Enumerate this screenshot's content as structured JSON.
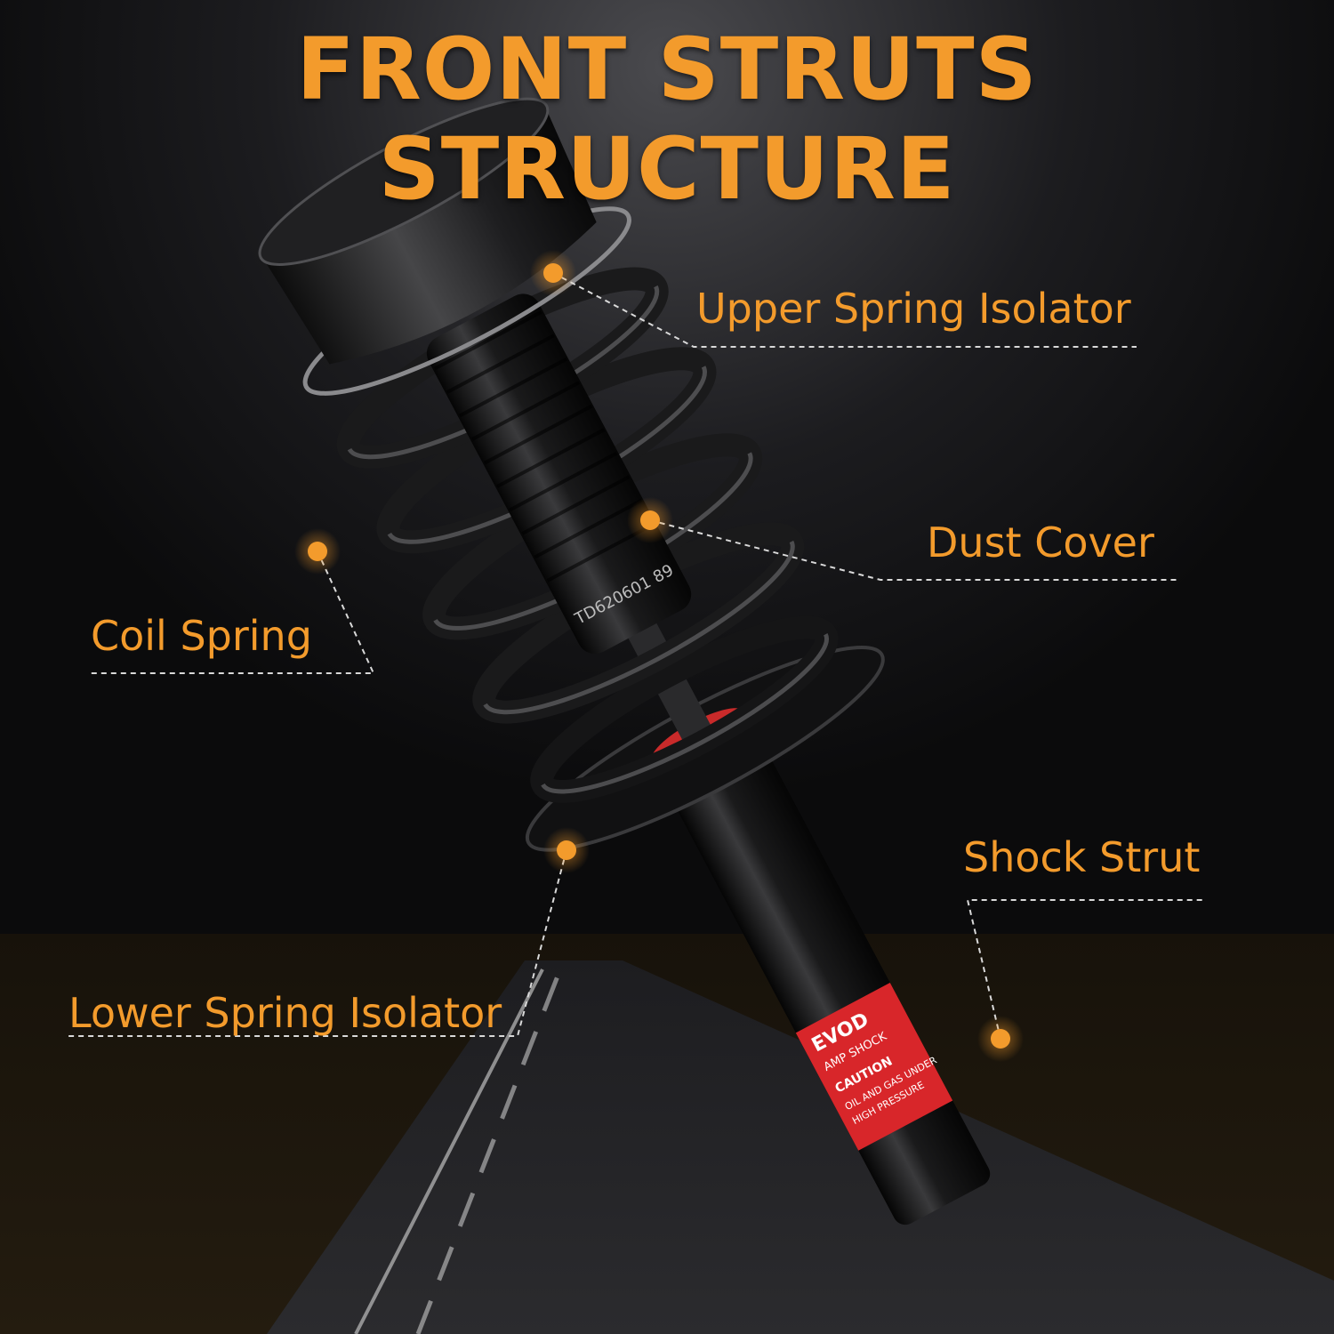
{
  "title": "FRONT STRUTS STRUCTURE",
  "callouts": {
    "upper_spring_isolator": "Upper Spring Isolator",
    "dust_cover": "Dust Cover",
    "coil_spring": "Coil Spring",
    "shock_strut": "Shock Strut",
    "lower_spring_isolator": "Lower Spring Isolator"
  },
  "product_markings": {
    "part_code": "TD620601 89",
    "brand": "EVOD",
    "brand_sub": "AMP SHOCK",
    "caution": "CAUTION",
    "warning_line1": "OIL AND GAS UNDER",
    "warning_line2": "HIGH PRESSURE"
  },
  "colors": {
    "accent": "#f39b2c",
    "background": "#0b0b0c",
    "red_band": "#d8262a"
  }
}
